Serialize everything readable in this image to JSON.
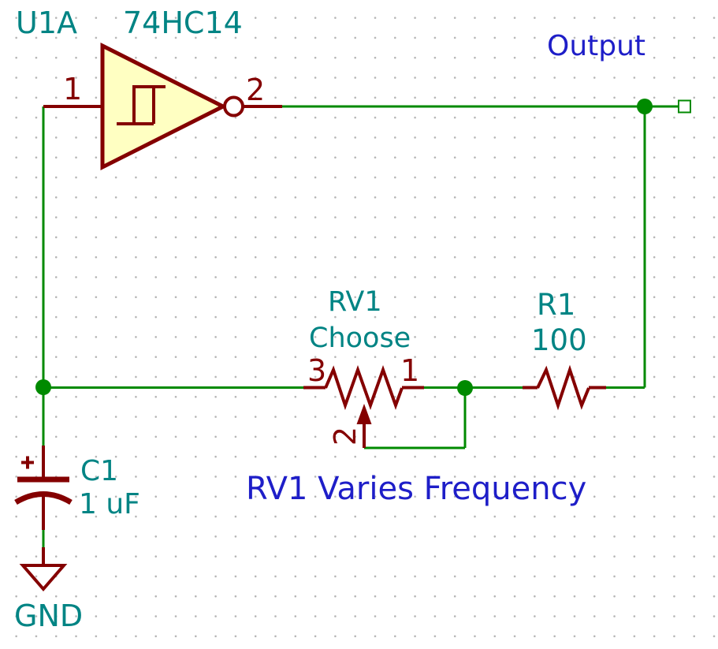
{
  "colors": {
    "wire": "#008A00",
    "device": "#840000",
    "device_fill": "#FFFFC2",
    "field_text": "#008484",
    "graphic_text": "#1E1EC8",
    "grid_dot": "#B4B4B4",
    "background": "#FFFFFF"
  },
  "components": {
    "u1a": {
      "reference": "U1A",
      "value": "74HC14",
      "pin_input": "1",
      "pin_output": "2"
    },
    "rv1": {
      "reference": "RV1",
      "value": "Choose",
      "pin_left": "3",
      "pin_right": "1",
      "pin_wiper": "2"
    },
    "r1": {
      "reference": "R1",
      "value": "100"
    },
    "c1": {
      "reference": "C1",
      "value": "1 uF"
    },
    "gnd": {
      "label": "GND"
    }
  },
  "labels": {
    "output": "Output",
    "note": "RV1 Varies Frequency"
  }
}
